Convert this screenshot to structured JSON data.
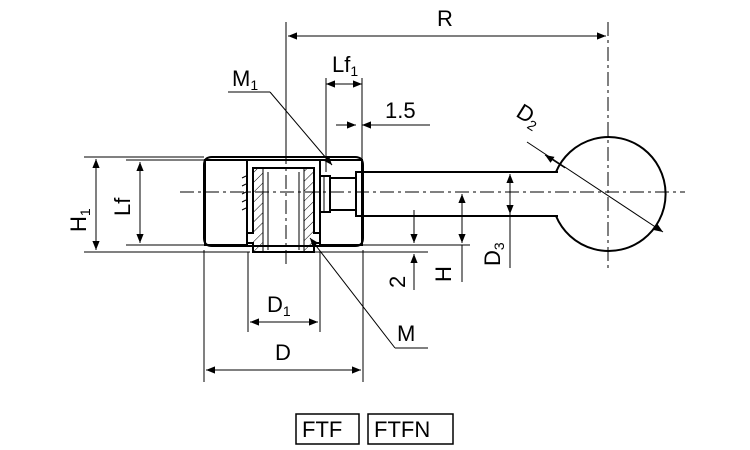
{
  "dimensions": {
    "R": "R",
    "Lf1_main": "Lf",
    "Lf1_sub": "1",
    "offset_1_5": "1.5",
    "M1_main": "M",
    "M1_sub": "1",
    "D2_main": "D",
    "D2_sub": "2",
    "H1_main": "H",
    "H1_sub": "1",
    "Lf": "Lf",
    "D3_main": "D",
    "D3_sub": "3",
    "H": "H",
    "gap_2": "2",
    "D1_main": "D",
    "D1_sub": "1",
    "M": "M",
    "D": "D"
  },
  "models": [
    "FTF",
    "FTFN"
  ]
}
